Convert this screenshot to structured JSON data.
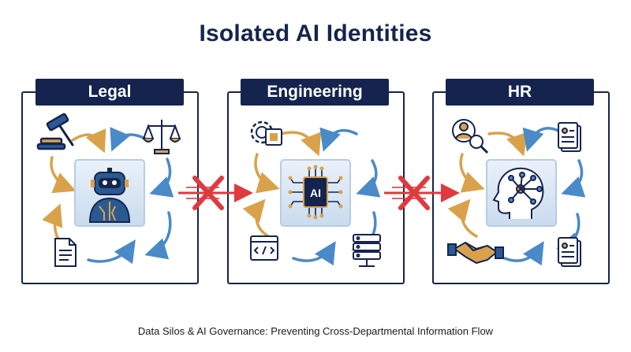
{
  "title": "Isolated AI Identities",
  "departments": [
    {
      "label": "Legal"
    },
    {
      "label": "Engineering"
    },
    {
      "label": "HR"
    }
  ],
  "ai_badge": "AI",
  "caption": "Data Silos & AI Governance: Preventing Cross-Departmental Information Flow",
  "colors": {
    "navy": "#14244f",
    "gold_arrow": "#d9a24a",
    "blue_arrow": "#4a8ac8",
    "block_red": "#e0393e",
    "tile_bg": "#dce8f4"
  }
}
